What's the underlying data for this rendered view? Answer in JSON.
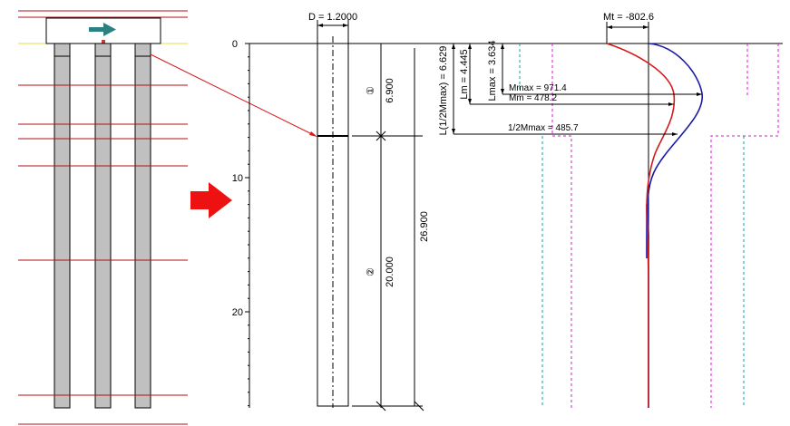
{
  "pile": {
    "diameter_label": "D = 1.2000",
    "segments": [
      {
        "marker": "①",
        "length": "6.900"
      },
      {
        "marker": "②",
        "length": "20.000"
      }
    ],
    "total_length": "26.900"
  },
  "depth_axis": {
    "ticks": [
      "0",
      "10",
      "20"
    ]
  },
  "moment_diagram": {
    "mt_label": "Mt = -802.6",
    "l_half_mmax_label": "L(1/2Mmax) = 6.629",
    "lm_label": "Lm = 4.445",
    "lmax_label": "Lmax = 3.634",
    "mmax_label": "Mmax = 971.4",
    "mm_label": "Mm = 478.2",
    "half_mmax_label": "1/2Mmax = 485.7"
  },
  "colors": {
    "curve_max": "#1a1aa6",
    "curve_design": "#d41a1a",
    "dash_teal": "#1f9a9a",
    "dash_magenta": "#d81ad8",
    "arrow_red": "#ee1111",
    "plan_lines": "#b01010",
    "cap_yellow": "#e8e040",
    "pile_gray": "#c0c0c0",
    "arrow_teal": "#2b8080"
  },
  "icons": {
    "load_direction": "right-arrow-icon",
    "transition": "right-arrow-icon"
  }
}
